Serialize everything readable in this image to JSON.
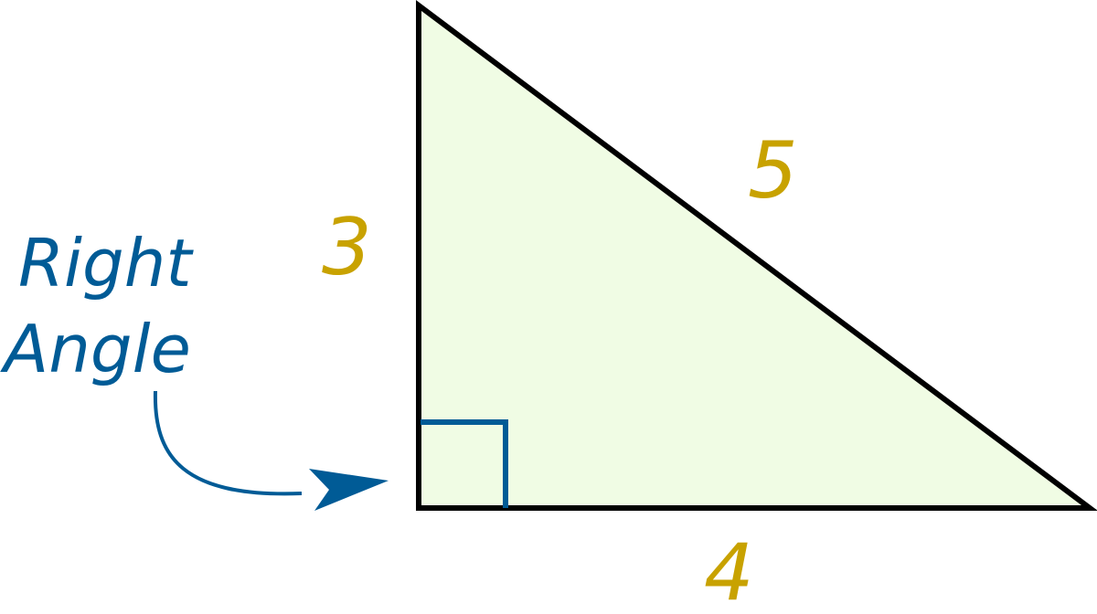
{
  "diagram": {
    "type": "right-triangle",
    "colors": {
      "fill": "#f0fce4",
      "stroke": "#000000",
      "side_label": "#c8a200",
      "annotation": "#005b96"
    },
    "sides": {
      "vertical": "3",
      "horizontal": "4",
      "hypotenuse": "5"
    },
    "annotation": {
      "line1": "Right",
      "line2": "Angle"
    }
  }
}
